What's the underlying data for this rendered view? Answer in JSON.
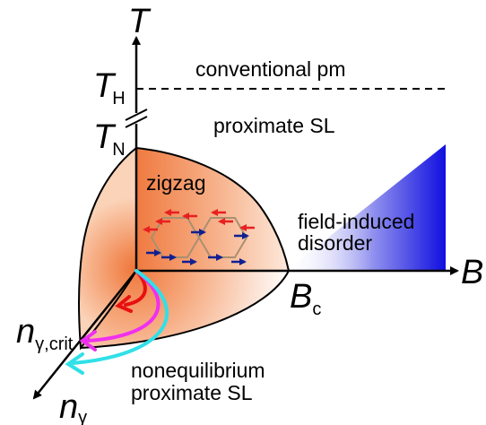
{
  "axes": {
    "temperature": {
      "label": "T"
    },
    "field": {
      "label": "B"
    },
    "density": {
      "label": "n",
      "subscript": "γ"
    }
  },
  "ticks": {
    "t_h": {
      "label": "T",
      "subscript": "H"
    },
    "t_n": {
      "label": "T",
      "subscript": "N"
    },
    "b_c": {
      "label": "B",
      "subscript": "c"
    },
    "n_crit": {
      "label": "n",
      "subscript": "γ,crit"
    }
  },
  "regions": {
    "conventional_pm": "conventional pm",
    "proximate_sl": "proximate SL",
    "zigzag": "zigzag",
    "field_induced_line1": "field-induced",
    "field_induced_line2": "disorder",
    "noneq_line1": "nonequilibrium",
    "noneq_line2": "proximate SL"
  },
  "colors": {
    "zigzag_phase": "#f07a40",
    "field_induced": "#1010e0",
    "trajectory_red": "#e81010",
    "trajectory_magenta": "#f030f0",
    "trajectory_cyan": "#30e0e8",
    "spin_red": "#e82020",
    "spin_blue": "#102090",
    "lattice": "#a89070"
  }
}
